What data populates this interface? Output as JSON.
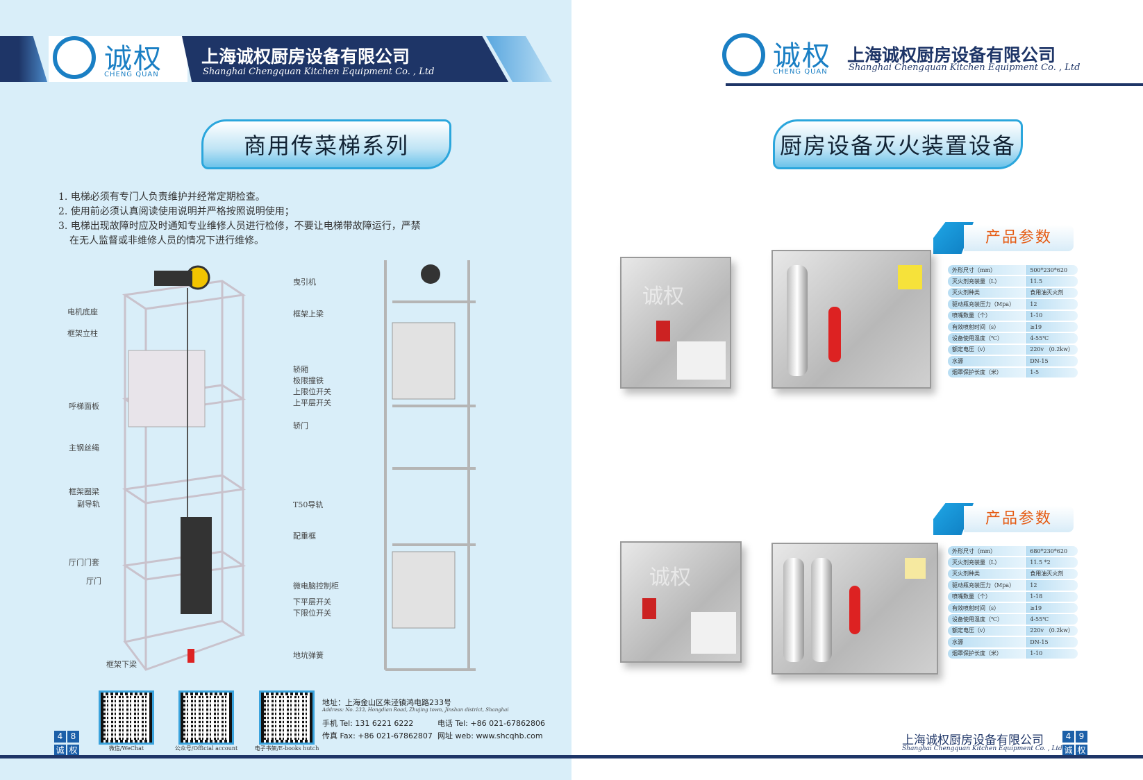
{
  "brand": {
    "logo_cn": "诚权",
    "logo_en": "CHENG QUAN",
    "company_cn": "上海诚权厨房设备有限公司",
    "company_en": "Shanghai Chengquan Kitchen Equipment Co. , Ltd"
  },
  "left": {
    "title": "商用传菜梯系列",
    "notes": [
      "1. 电梯必须有专门人负责维护并经常定期检查。",
      "2. 使用前必须认真阅读使用说明并严格按照说明使用；",
      "3. 电梯出现故障时应及时通知专业维修人员进行检修，不要让电梯带故障运行，严禁",
      "在无人监督或非维修人员的情况下进行维修。"
    ],
    "labels": {
      "l1": "曳引机",
      "l2": "框架上梁",
      "l3": "电机底座",
      "l4": "框架立柱",
      "l5": "轿厢",
      "l6": "极限撞铁",
      "l7": "上限位开关",
      "l8": "上平层开关",
      "l9": "呼梯面板",
      "l10": "轿门",
      "l11": "主钢丝绳",
      "l12": "框架圈梁",
      "l13": "副导轨",
      "l14": "T50导轨",
      "l15": "配重框",
      "l16": "厅门门套",
      "l17": "厅门",
      "l18": "微电脑控制柜",
      "l19": "下平层开关",
      "l20": "下限位开关",
      "l21": "地坑弹簧",
      "l22": "框架下梁"
    },
    "qr": [
      {
        "caption": "微信/WeChat"
      },
      {
        "caption": "公众号/Official account"
      },
      {
        "caption": "电子书架/E-books hutch"
      }
    ],
    "contact": {
      "address_cn": "地址：上海金山区朱泾镇鸿电路233号",
      "address_en": "Address: No. 233, Hongdian Road, Zhujing town, Jinshan district, Shanghai",
      "mobile": "手机 Tel:  131 6221 6222",
      "phone": "电话 Tel:  +86 021-67862806",
      "fax": "传真 Fax:  +86 021-67862807",
      "web": "网址 web:  www.shcqhb.com"
    },
    "page": {
      "d1": "4",
      "d2": "8",
      "c1": "诚",
      "c2": "权"
    }
  },
  "right": {
    "title": "厨房设备灭火装置设备",
    "params_label": "产品参数",
    "spec1": [
      [
        "外形尺寸（mm）",
        "500*230*620"
      ],
      [
        "灭火剂充装量（L）",
        "11.5"
      ],
      [
        "灭火剂种类",
        "食用油灭火剂"
      ],
      [
        "驱动瓶充装压力（Mpa）",
        "12"
      ],
      [
        "喷嘴数量（个）",
        "1-10"
      ],
      [
        "有效喷射时间（s）",
        "≥19"
      ],
      [
        "设备使用温度（℃）",
        "4-55℃"
      ],
      [
        "额定电压（v）",
        "220v （0.2kw）"
      ],
      [
        "水源",
        "DN-15"
      ],
      [
        "烟罩保护长度（米）",
        "1-5"
      ]
    ],
    "spec2": [
      [
        "外形尺寸（mm）",
        "680*230*620"
      ],
      [
        "灭火剂充装量（L）",
        "11.5 *2"
      ],
      [
        "灭火剂种类",
        "食用油灭火剂"
      ],
      [
        "驱动瓶充装压力（Mpa）",
        "12"
      ],
      [
        "喷嘴数量（个）",
        "1-18"
      ],
      [
        "有效喷射时间（s）",
        "≥19"
      ],
      [
        "设备使用温度（℃）",
        "4-55℃"
      ],
      [
        "额定电压（v）",
        "220v （0.2kw）"
      ],
      [
        "水源",
        "DN-15"
      ],
      [
        "烟罩保护长度（米）",
        "1-10"
      ]
    ],
    "page": {
      "d1": "4",
      "d2": "9",
      "c1": "诚",
      "c2": "权"
    }
  },
  "colors": {
    "navy": "#1e3567",
    "brand_blue": "#1a7fc4",
    "accent_orange": "#e55b13"
  }
}
